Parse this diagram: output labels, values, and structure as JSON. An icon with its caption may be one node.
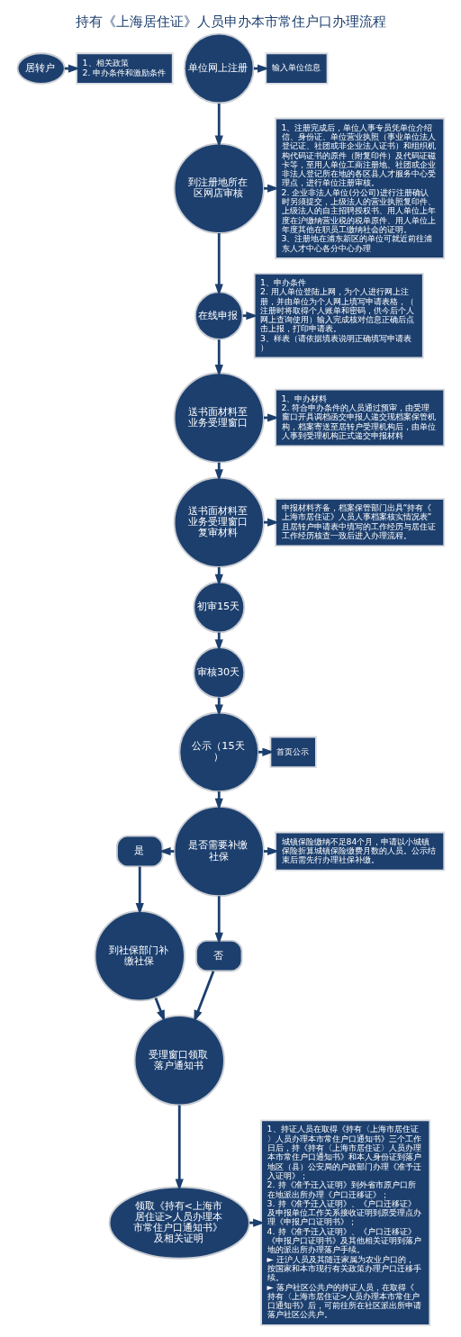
{
  "diagram": {
    "title": "持有《上海居住证》人员申办本市常住户口办理流程",
    "nodes": [
      {
        "text": [
          "居转户"
        ]
      },
      {
        "text": [
          "1、相关政策",
          "2. 申办条件和激励条件"
        ]
      },
      {
        "text": [
          "单位网上注册"
        ]
      },
      {
        "text": [
          "输入单位信息"
        ]
      },
      {
        "text": [
          "到注册地所在区网店审核"
        ]
      },
      {
        "text": [
          "1、注册完成后，单位人事专员凭单位介绍信、身份证、单位营业执照（事业单位法人登记证、社团或非企业法人证书）和组织机构代码证书的原件（附复印件）及代码证磁卡等，至用人单位工商注册地、社团或企业非法人登记所在地的各区县人才服务中心受理点，进行单位注册审核。",
          "2. 企业非法人单位(分公司)进行注册确认时另须提交，上级法人的营业执照复印件、上级法人的自主招聘授权书、用人单位上年度在沪缴纳营业税的税单原件、用人单位上年度其他在职员工缴纳社会的证明。",
          "3、注册地在浦东新区的单位可就近前往浦东人才中心各分中心办理"
        ]
      },
      {
        "text": [
          "在线申报"
        ]
      },
      {
        "text": [
          "1、申办条件",
          "2. 用人单位登陆上网，为个人进行网上注册，并由单位为个人网上填写申请表格，（注册时将取得个人账单和密码，供今后个人网上查询使用）输入完成核对信息正确后点击上报，打印申请表。",
          "3、样表（请依据填表说明正确填写申请表）"
        ]
      },
      {
        "text": [
          "送书面材料至业务受理窗口"
        ]
      },
      {
        "text": [
          "1、申办材料",
          "2. 符合申办条件的人员通过预审，由受理窗口开具调档函交申报人递交现档案保管机构，档案寄送至居转户受理机构后，由单位人事到受理机构正式递交申报材料"
        ]
      },
      {
        "text": [
          "送书面材料至业务受理窗口复审材料"
        ]
      },
      {
        "text": [
          "申报材料齐备，档案保管部门出具“持有《上海市居住证》人员人事档案核实情况表”且居转户申请表中填写的工作经历与居住证工作经历核查一致后进入办理流程。"
        ]
      },
      {
        "text": [
          "初审15天"
        ]
      },
      {
        "text": [
          "审核30天"
        ]
      },
      {
        "text": [
          "公示（15天）"
        ]
      },
      {
        "text": [
          "首页公示"
        ]
      },
      {
        "text": [
          "是否需要补缴社保"
        ]
      },
      {
        "text": [
          "城镇保险缴纳不足84个月，申请以小城镇保险折算城镇保险缴费月数的人员。公示结束后需先行办理社保补缴。"
        ]
      },
      {
        "text": [
          "是"
        ]
      },
      {
        "text": [
          "到社保部门补缴社保"
        ]
      },
      {
        "text": [
          "否"
        ]
      },
      {
        "text": [
          "受理窗口领取落户通知书"
        ]
      },
      {
        "text": [
          "领取《持有<上海市居住证>人员办理本市常住户口通知书》及相关证明"
        ]
      },
      {
        "text": [
          "1、持证人员在取得《持有〈上海市居住证〉人员办理本市常住户口通知书》三个工作日后，持《持有〈上海市居住证〉人员办理本市常住户口通知书》和本人身份证到落户地区（县）公安局的户政部门办理《准予迁入证明》；",
          "2. 持《准予迁入证明》到外省市原户口所在地派出所办理《户口迁移证》；",
          "3. 持《准予迁入证明》、《户口迁移证》及申报单位工作关系接收证明到原受理点办理《申报户口证明书》；",
          "4. 持《准予迁入证明》、《户口迁移证》《申报户口证明书》及其他相关证明到落户地的派出所办理落户手续。",
          "► 迁沪人员及其随迁家属为农业户口的，按国家和本市现行有关政策办理户口迁移手续。",
          "► 落户社区公共户的持证人员，在取得《持有〈上海市居住证>人员办理本市常住户口通知书》后，可前往所在社区派出所申请落户社区公共户。"
        ]
      }
    ],
    "edges": [
      {
        "from": 0,
        "to": 1,
        "arrow": "to"
      },
      {
        "from": 2,
        "to": 3,
        "arrow": "to"
      },
      {
        "from": 2,
        "to": 4,
        "arrow": "to"
      },
      {
        "from": 4,
        "to": 5,
        "arrow": "to"
      },
      {
        "from": 4,
        "to": 6,
        "arrow": "to"
      },
      {
        "from": 6,
        "to": 7,
        "arrow": "to"
      },
      {
        "from": 6,
        "to": 8,
        "arrow": "to"
      },
      {
        "from": 8,
        "to": 9,
        "arrow": "to"
      },
      {
        "from": 8,
        "to": 10,
        "arrow": "to"
      },
      {
        "from": 10,
        "to": 11,
        "arrow": "to"
      },
      {
        "from": 10,
        "to": 12,
        "arrow": "to"
      },
      {
        "from": 12,
        "to": 13,
        "arrow": "to"
      },
      {
        "from": 13,
        "to": 14,
        "arrow": "to"
      },
      {
        "from": 14,
        "to": 15,
        "arrow": "to"
      },
      {
        "from": 14,
        "to": 16,
        "arrow": "to"
      },
      {
        "from": 16,
        "to": 17,
        "arrow": "to"
      },
      {
        "from": 16,
        "to": 18,
        "arrow": "to"
      },
      {
        "from": 18,
        "to": 19,
        "arrow": "to"
      },
      {
        "from": 16,
        "to": 20,
        "arrow": "to"
      },
      {
        "from": 20,
        "to": 21,
        "arrow": "to"
      },
      {
        "from": 19,
        "to": 21,
        "arrow": "to"
      },
      {
        "from": 21,
        "to": 22,
        "arrow": "to"
      },
      {
        "from": 22,
        "to": 23,
        "arrow": "to"
      }
    ]
  }
}
